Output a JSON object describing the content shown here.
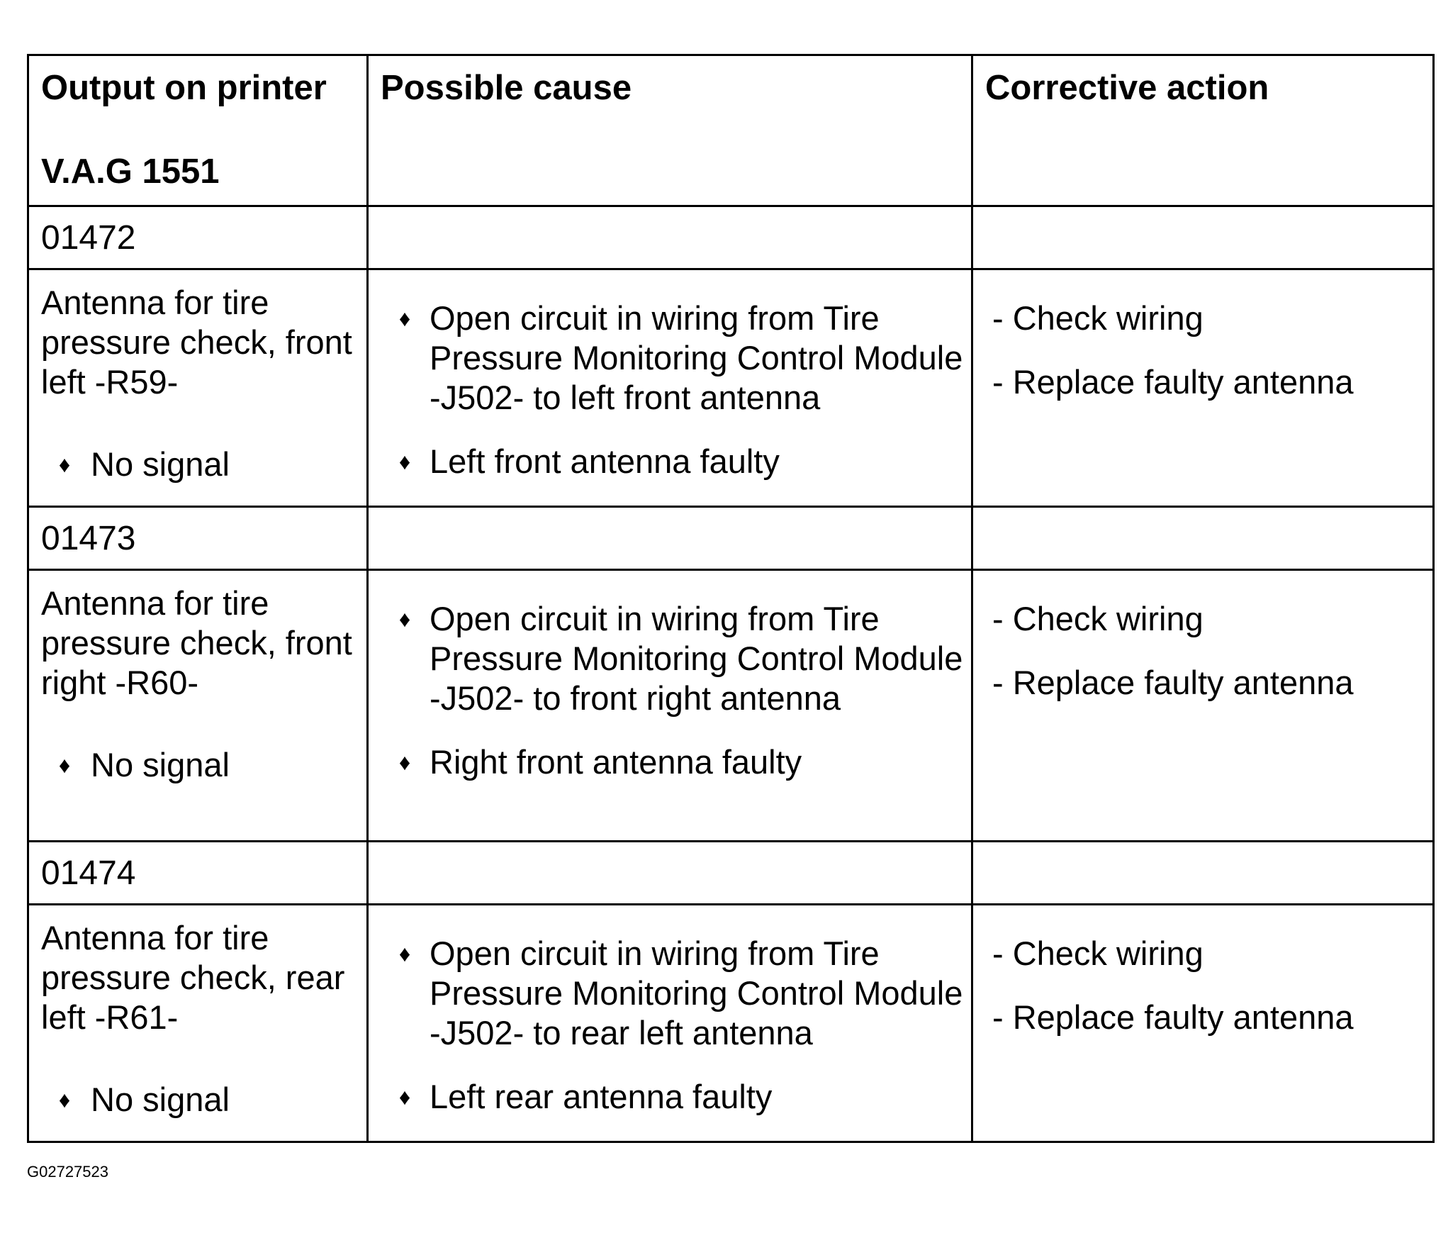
{
  "table": {
    "headers": {
      "output_line1": "Output on printer",
      "output_line2": "V.A.G 1551",
      "cause": "Possible cause",
      "action": "Corrective action"
    },
    "bullet_icon": "diamond-bullet-icon",
    "rows": [
      {
        "code": "01472",
        "output": "Antenna for tire pressure check, front left -R59-",
        "signal": "No signal",
        "causes": [
          "Open circuit in wiring from Tire Pressure Monitoring Control Module -J502- to left front antenna",
          "Left front antenna faulty"
        ],
        "actions": [
          "- Check wiring",
          "- Replace faulty antenna"
        ]
      },
      {
        "code": "01473",
        "output": "Antenna for tire pressure check, front right -R60-",
        "signal": "No signal",
        "causes": [
          "Open circuit in wiring from Tire Pressure Monitoring Control Module -J502- to front right antenna",
          "Right front antenna faulty"
        ],
        "actions": [
          "- Check wiring",
          "- Replace faulty antenna"
        ]
      },
      {
        "code": "01474",
        "output": "Antenna for tire pressure check, rear left -R61-",
        "signal": "No signal",
        "causes": [
          "Open circuit in wiring from Tire Pressure Monitoring Control Module -J502- to rear left antenna",
          "Left rear antenna faulty"
        ],
        "actions": [
          "- Check wiring",
          "- Replace faulty antenna"
        ]
      }
    ]
  },
  "figure_id": "G02727523"
}
